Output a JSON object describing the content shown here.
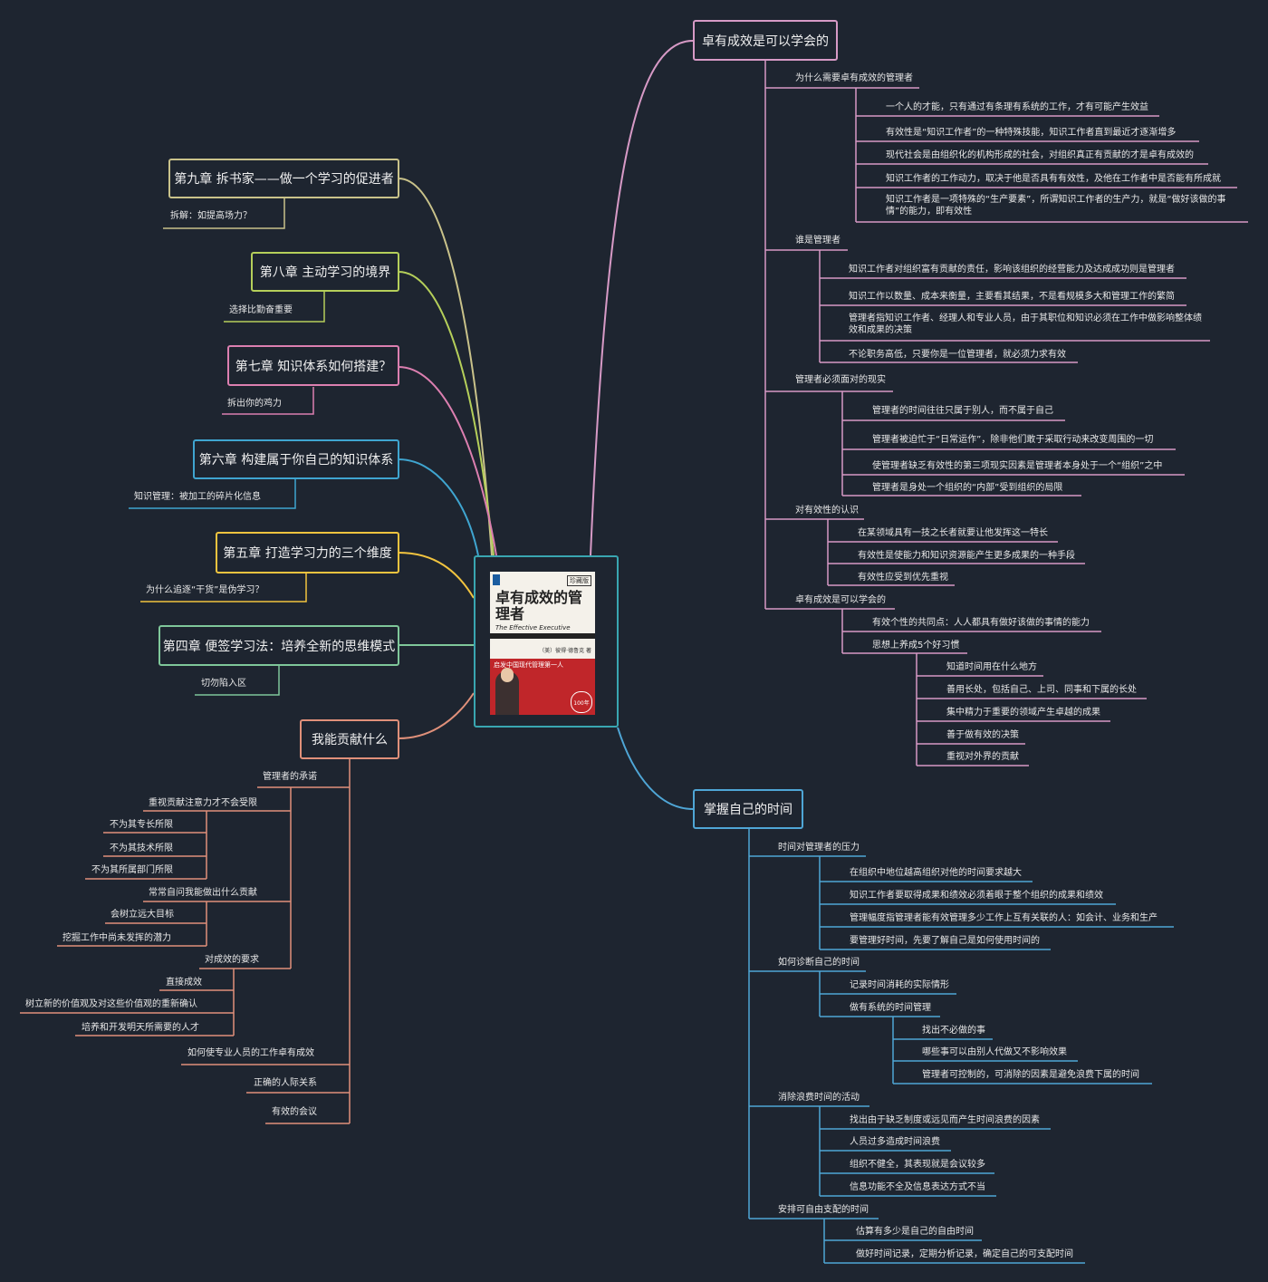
{
  "center": {
    "book_title": "卓有成效的管理者",
    "book_subtitle_en": "The Effective Executive",
    "book_publisher_tag": "珍藏版",
    "book_author": "（美）彼得·德鲁克 著",
    "book_slogan": "启发中国现代管理第一人",
    "book_badge": "100年"
  },
  "right": {
    "n1": {
      "title": "卓有成效是可以学会的",
      "s1": {
        "title": "为什么需要卓有成效的管理者",
        "items": [
          "一个人的才能，只有通过有条理有系统的工作，才有可能产生效益",
          "有效性是“知识工作者”的一种特殊技能，知识工作者直到最近才逐渐增多",
          "现代社会是由组织化的机构形成的社会，对组织真正有贡献的才是卓有成效的",
          "知识工作者的工作动力，取决于他是否具有有效性，及他在工作者中是否能有所成就",
          "知识工作者是一项特殊的“生产要素”，所谓知识工作者的生产力，就是“做好该做的事情”的能力，即有效性"
        ]
      },
      "s2": {
        "title": "谁是管理者",
        "items": [
          "知识工作者对组织富有贡献的责任，影响该组织的经营能力及达成成功则是管理者",
          "知识工作以数量、成本来衡量，主要看其结果，不是看规模多大和管理工作的繁简",
          "管理者指知识工作者、经理人和专业人员，由于其职位和知识必须在工作中做影响整体绩效和成果的决策",
          "不论职务高低，只要你是一位管理者，就必须力求有效"
        ]
      },
      "s3": {
        "title": "管理者必须面对的现实",
        "items": [
          "管理者的时间往往只属于别人，而不属于自己",
          "管理者被迫忙于“日常运作”，除非他们敢于采取行动来改变周围的一切",
          "使管理者缺乏有效性的第三项现实因素是管理者本身处于一个“组织”之中",
          "管理者是身处一个组织的“内部”受到组织的局限"
        ]
      },
      "s4": {
        "title": "对有效性的认识",
        "items": [
          "在某领域具有一技之长者就要让他发挥这一特长",
          "有效性是使能力和知识资源能产生更多成果的一种手段",
          "有效性应受到优先重视"
        ]
      },
      "s5": {
        "title": "卓有成效是可以学会的",
        "items": [
          "有效个性的共同点：人人都具有做好该做的事情的能力",
          "思想上养成5个好习惯"
        ],
        "habits": [
          "知道时间用在什么地方",
          "善用长处，包括自己、上司、同事和下属的长处",
          "集中精力于重要的领域产生卓越的成果",
          "善于做有效的决策",
          "重视对外界的贡献"
        ]
      }
    },
    "n2": {
      "title": "掌握自己的时间",
      "s1": {
        "title": "时间对管理者的压力",
        "items": [
          "在组织中地位越高组织对他的时间要求越大",
          "知识工作者要取得成果和绩效必须着眼于整个组织的成果和绩效",
          "管理幅度指管理者能有效管理多少工作上互有关联的人：如会计、业务和生产",
          "要管理好时间，先要了解自己是如何使用时间的"
        ]
      },
      "s2": {
        "title": "如何诊断自己的时间",
        "items": [
          "记录时间消耗的实际情形",
          "做有系统的时间管理"
        ],
        "sub": [
          "找出不必做的事",
          "哪些事可以由别人代做又不影响效果",
          "管理者可控制的，可消除的因素是避免浪费下属的时间"
        ]
      },
      "s3": {
        "title": "消除浪费时间的活动",
        "items": [
          "找出由于缺乏制度或远见而产生时间浪费的因素",
          "人员过多造成时间浪费",
          "组织不健全，其表现就是会议较多",
          "信息功能不全及信息表达方式不当"
        ]
      },
      "s4": {
        "title": "安排可自由支配的时间",
        "items": [
          "估算有多少是自己的自由时间",
          "做好时间记录，定期分析记录，确定自己的可支配时间"
        ]
      }
    }
  },
  "left": {
    "c9": {
      "title": "第九章 拆书家——做一个学习的促进者",
      "child": "拆解：如提高场力？"
    },
    "c8": {
      "title": "第八章 主动学习的境界",
      "child": "选择比勤奋重要"
    },
    "c7": {
      "title": "第七章 知识体系如何搭建？",
      "child": "拆出你的鸡力"
    },
    "c6": {
      "title": "第六章 构建属于你自己的知识体系",
      "child": "知识管理：被加工的碎片化信息"
    },
    "c5": {
      "title": "第五章 打造学习力的三个维度",
      "child": "为什么追逐“干货”是伪学习？"
    },
    "c4": {
      "title": "第四章 便签学习法：培养全新的思维模式",
      "child": "切勿陷入区"
    },
    "c3": {
      "title": "我能贡献什么",
      "g1": "管理者的承诺",
      "g1a": "重视贡献注意力才不会受限",
      "g1a_items": [
        "不为其专长所限",
        "不为其技术所限",
        "不为其所属部门所限"
      ],
      "g1b": "常常自问我能做出什么贡献",
      "g1b_items": [
        "会树立远大目标",
        "挖掘工作中尚未发挥的潜力"
      ],
      "g2": "对成效的要求",
      "g2_items": [
        "直接成效",
        "树立新的价值观及对这些价值观的重新确认",
        "培养和开发明天所需要的人才"
      ],
      "g3": "如何使专业人员的工作卓有成效",
      "g4": "正确的人际关系",
      "g5": "有效的会议"
    }
  },
  "colors": {
    "pink": "#d79ac6",
    "blue": "#4fa6d6",
    "salmon": "#e0907a",
    "teal": "#39a6b1",
    "yellow_green": "#b5cf5a",
    "tan": "#c9c28a",
    "magenta": "#dc7fb0",
    "cyan_blue": "#3fa5d0",
    "yellow": "#f2c43f",
    "green": "#7fc79a",
    "bg": "#1e2530"
  }
}
